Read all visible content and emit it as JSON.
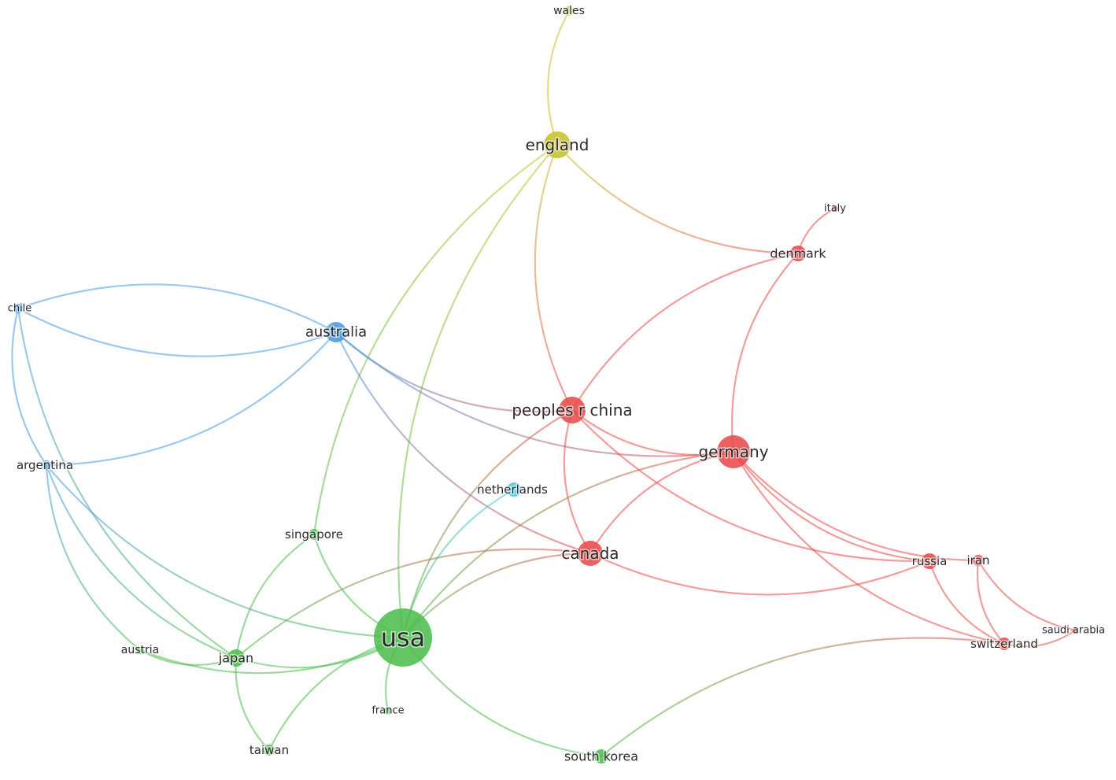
{
  "network": {
    "colors": {
      "green": "#4dbd4d",
      "red": "#e84a4a",
      "blue": "#4a9ae0",
      "yellow": "#c7c12a",
      "cyan": "#48c9e8"
    },
    "nodes": [
      {
        "id": "wales",
        "label": "wales",
        "cluster": "yellow",
        "weight": 1
      },
      {
        "id": "england",
        "label": "england",
        "cluster": "yellow",
        "weight": 4
      },
      {
        "id": "italy",
        "label": "italy",
        "cluster": "red",
        "weight": 0.5
      },
      {
        "id": "denmark",
        "label": "denmark",
        "cluster": "red",
        "weight": 2
      },
      {
        "id": "chile",
        "label": "chile",
        "cluster": "blue",
        "weight": 1
      },
      {
        "id": "australia",
        "label": "australia",
        "cluster": "blue",
        "weight": 3
      },
      {
        "id": "peoples_r_china",
        "label": "peoples r china",
        "cluster": "red",
        "weight": 5
      },
      {
        "id": "germany",
        "label": "germany",
        "cluster": "red",
        "weight": 6
      },
      {
        "id": "argentina",
        "label": "argentina",
        "cluster": "blue",
        "weight": 1
      },
      {
        "id": "netherlands",
        "label": "netherlands",
        "cluster": "cyan",
        "weight": 2
      },
      {
        "id": "singapore",
        "label": "singapore",
        "cluster": "green",
        "weight": 1.5
      },
      {
        "id": "canada",
        "label": "canada",
        "cluster": "red",
        "weight": 4
      },
      {
        "id": "russia",
        "label": "russia",
        "cluster": "red",
        "weight": 2
      },
      {
        "id": "iran",
        "label": "iran",
        "cluster": "red",
        "weight": 1.5
      },
      {
        "id": "saudi_arabia",
        "label": "saudi arabia",
        "cluster": "red",
        "weight": 0.5
      },
      {
        "id": "switzerland",
        "label": "switzerland",
        "cluster": "red",
        "weight": 2
      },
      {
        "id": "austria",
        "label": "austria",
        "cluster": "green",
        "weight": 1
      },
      {
        "id": "japan",
        "label": "japan",
        "cluster": "green",
        "weight": 2.5
      },
      {
        "id": "usa",
        "label": "usa",
        "cluster": "green",
        "weight": 12
      },
      {
        "id": "france",
        "label": "france",
        "cluster": "green",
        "weight": 0.5
      },
      {
        "id": "taiwan",
        "label": "taiwan",
        "cluster": "green",
        "weight": 1.5
      },
      {
        "id": "south_korea",
        "label": "south korea",
        "cluster": "green",
        "weight": 2
      }
    ],
    "edges": [
      {
        "source": "wales",
        "target": "england"
      },
      {
        "source": "england",
        "target": "singapore"
      },
      {
        "source": "england",
        "target": "usa"
      },
      {
        "source": "england",
        "target": "peoples_r_china"
      },
      {
        "source": "england",
        "target": "denmark"
      },
      {
        "source": "italy",
        "target": "denmark"
      },
      {
        "source": "denmark",
        "target": "peoples_r_china"
      },
      {
        "source": "denmark",
        "target": "germany"
      },
      {
        "source": "chile",
        "target": "australia"
      },
      {
        "source": "chile",
        "target": "argentina"
      },
      {
        "source": "chile",
        "target": "japan"
      },
      {
        "source": "argentina",
        "target": "australia"
      },
      {
        "source": "argentina",
        "target": "japan"
      },
      {
        "source": "argentina",
        "target": "usa"
      },
      {
        "source": "argentina",
        "target": "austria"
      },
      {
        "source": "australia",
        "target": "germany"
      },
      {
        "source": "australia",
        "target": "peoples_r_china"
      },
      {
        "source": "australia",
        "target": "canada"
      },
      {
        "source": "australia",
        "target": "chile"
      },
      {
        "source": "peoples_r_china",
        "target": "germany"
      },
      {
        "source": "peoples_r_china",
        "target": "canada"
      },
      {
        "source": "peoples_r_china",
        "target": "russia"
      },
      {
        "source": "peoples_r_china",
        "target": "usa"
      },
      {
        "source": "germany",
        "target": "canada"
      },
      {
        "source": "germany",
        "target": "usa"
      },
      {
        "source": "germany",
        "target": "russia"
      },
      {
        "source": "germany",
        "target": "iran"
      },
      {
        "source": "germany",
        "target": "switzerland"
      },
      {
        "source": "canada",
        "target": "usa"
      },
      {
        "source": "canada",
        "target": "russia"
      },
      {
        "source": "canada",
        "target": "japan"
      },
      {
        "source": "netherlands",
        "target": "usa"
      },
      {
        "source": "singapore",
        "target": "usa"
      },
      {
        "source": "singapore",
        "target": "japan"
      },
      {
        "source": "russia",
        "target": "switzerland"
      },
      {
        "source": "iran",
        "target": "switzerland"
      },
      {
        "source": "iran",
        "target": "saudi_arabia"
      },
      {
        "source": "switzerland",
        "target": "saudi_arabia"
      },
      {
        "source": "switzerland",
        "target": "south_korea"
      },
      {
        "source": "austria",
        "target": "usa"
      },
      {
        "source": "austria",
        "target": "japan"
      },
      {
        "source": "japan",
        "target": "usa"
      },
      {
        "source": "japan",
        "target": "taiwan"
      },
      {
        "source": "usa",
        "target": "france"
      },
      {
        "source": "usa",
        "target": "taiwan"
      },
      {
        "source": "usa",
        "target": "south_korea"
      }
    ]
  }
}
